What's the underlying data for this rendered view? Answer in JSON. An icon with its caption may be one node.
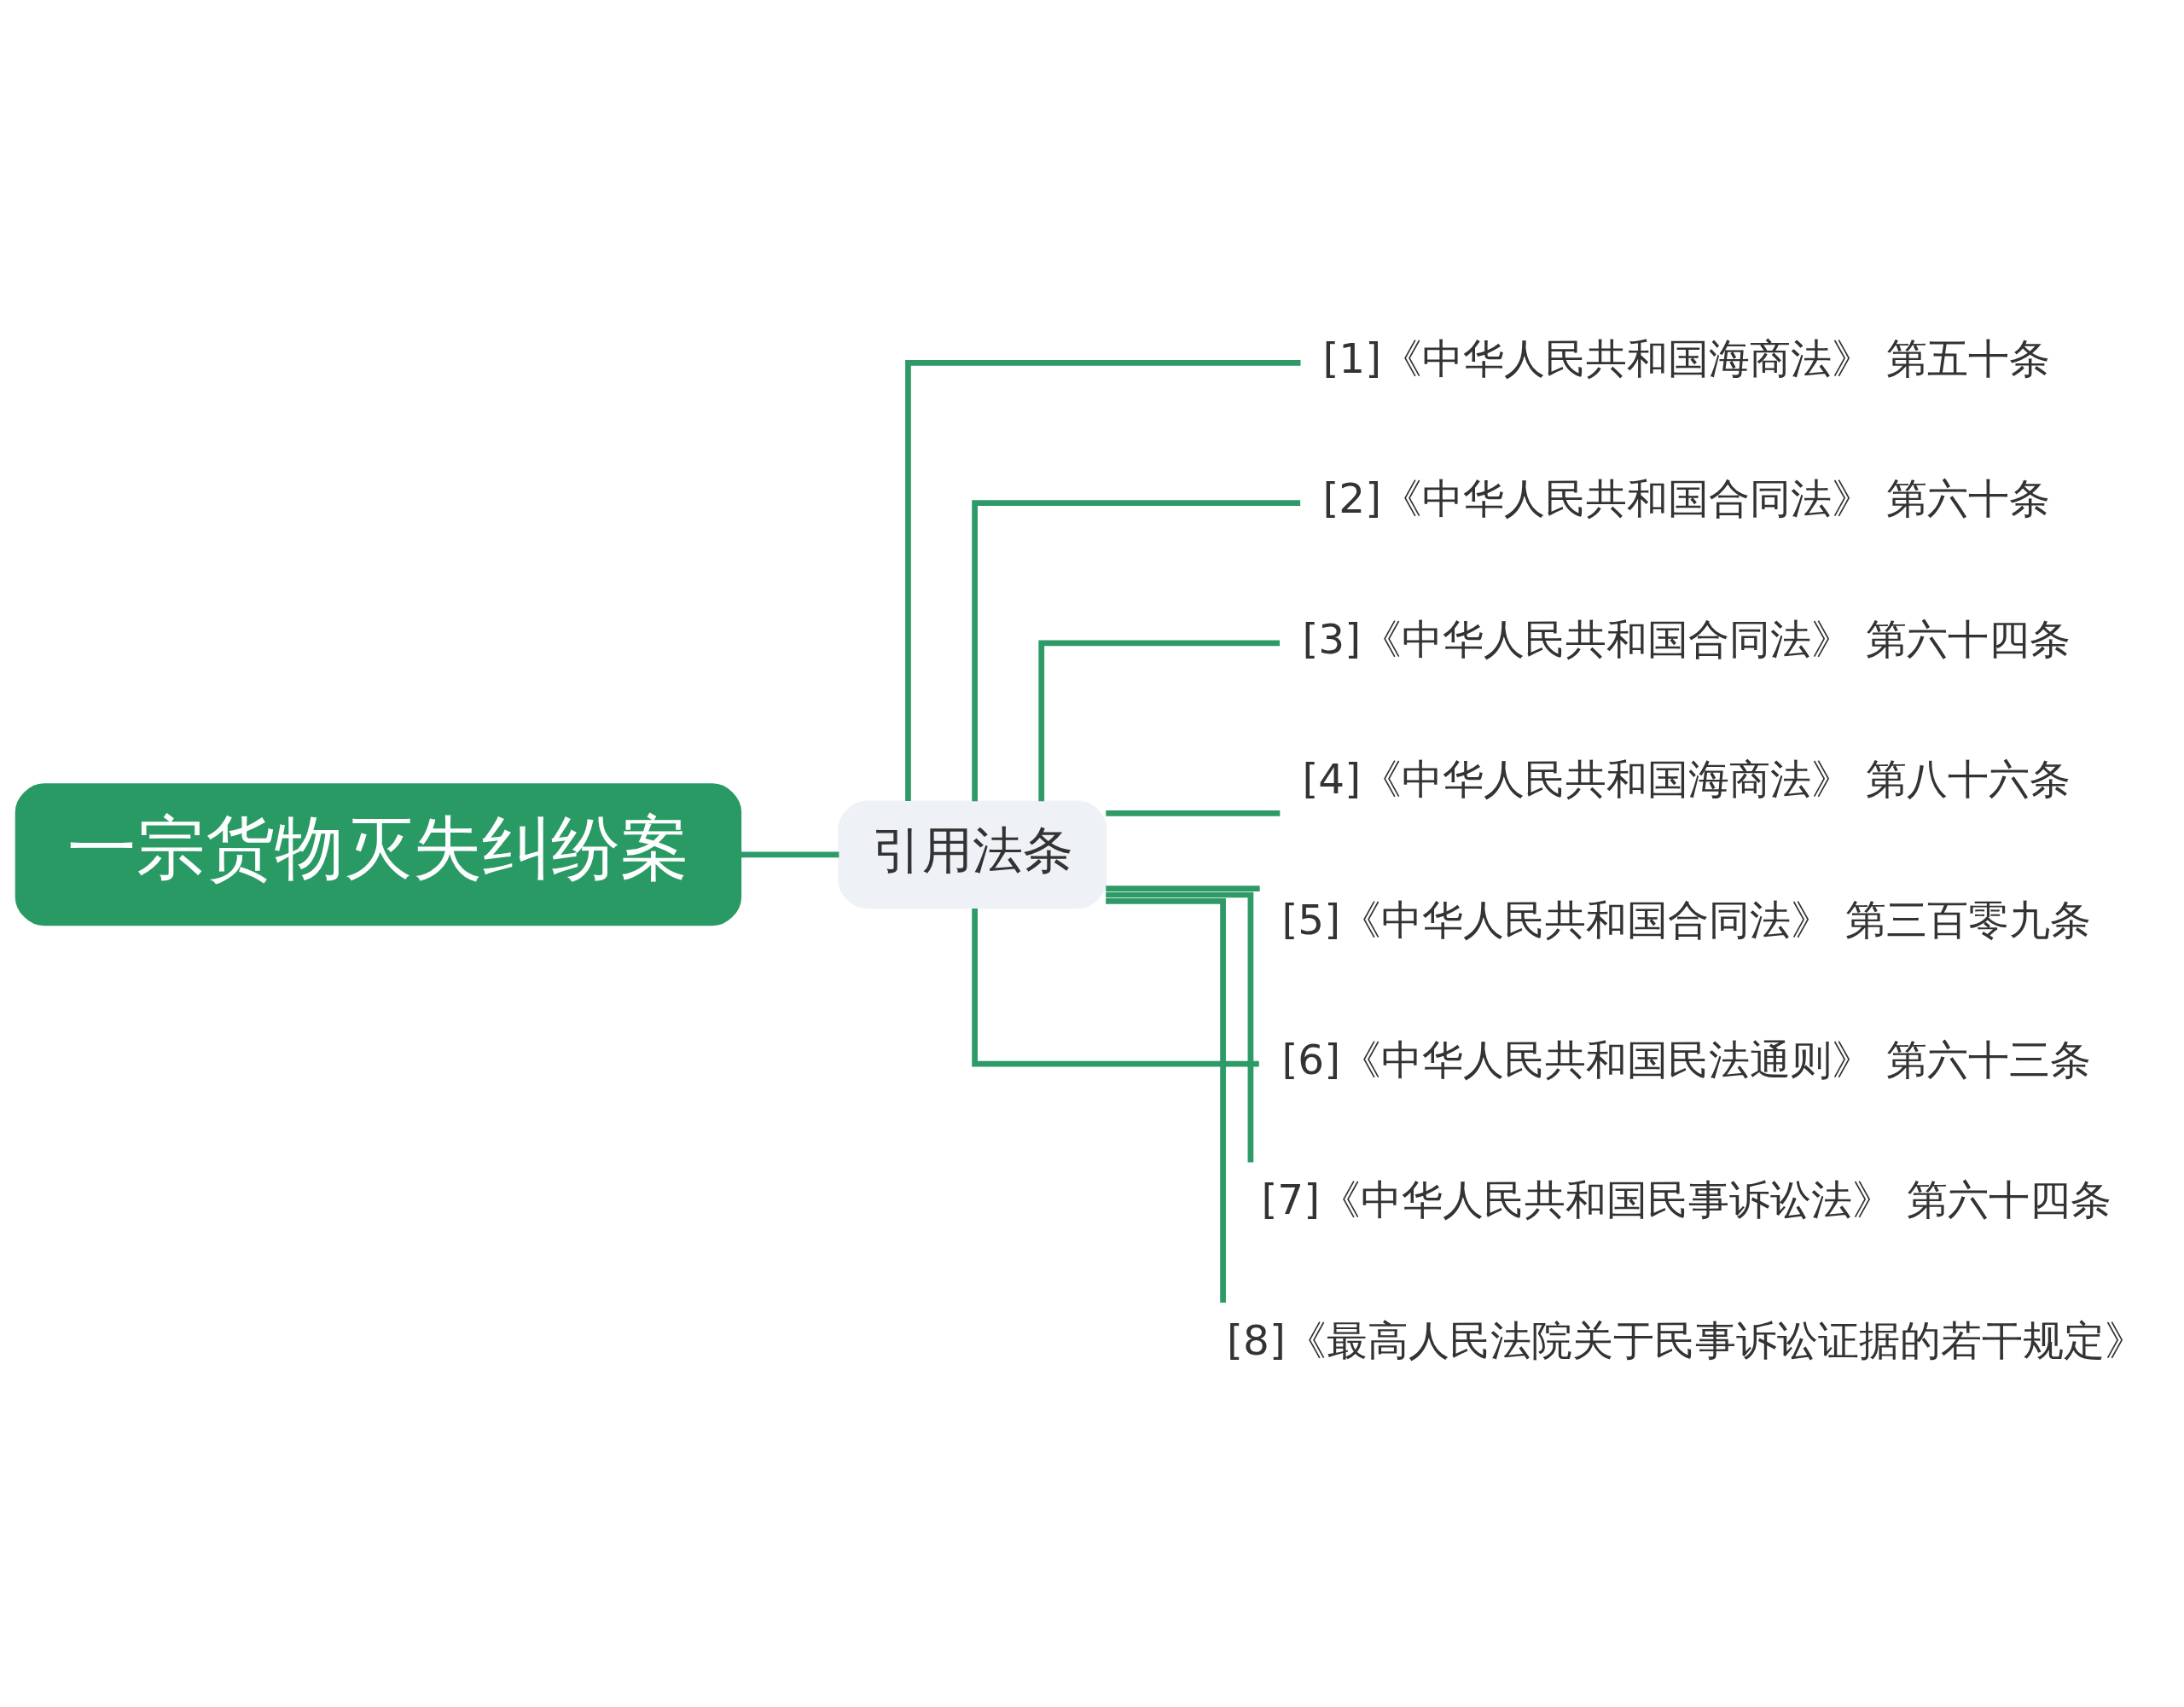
{
  "diagram": {
    "nodes": [
      {
        "text": [
          "一宗货物灭失纠纷案"
        ]
      },
      {
        "text": [
          "引用法条"
        ]
      },
      {
        "text": [
          "[1]《中华人民共和国海商法》 第五十条"
        ]
      },
      {
        "text": [
          "[2]《中华人民共和国合同法》 第六十条"
        ]
      },
      {
        "text": [
          "[3]《中华人民共和国合同法》 第六十四条"
        ]
      },
      {
        "text": [
          "[4]《中华人民共和国海商法》 第八十六条"
        ]
      },
      {
        "text": [
          "[5]《中华人民共和国合同法》 第三百零九条"
        ]
      },
      {
        "text": [
          "[6]《中华人民共和国民法通则》 第六十三条"
        ]
      },
      {
        "text": [
          "[7]《中华人民共和国民事诉讼法》 第六十四条"
        ]
      },
      {
        "text": [
          "[8]《最高人民法院关于民事诉讼证据的若干规定》"
        ]
      }
    ],
    "edges": [
      {
        "from": 0,
        "to": 1,
        "arrow": "none"
      },
      {
        "from": 1,
        "to": 2,
        "arrow": "none"
      },
      {
        "from": 1,
        "to": 3,
        "arrow": "none"
      },
      {
        "from": 1,
        "to": 4,
        "arrow": "none"
      },
      {
        "from": 1,
        "to": 5,
        "arrow": "none"
      },
      {
        "from": 1,
        "to": 6,
        "arrow": "none"
      },
      {
        "from": 1,
        "to": 7,
        "arrow": "none"
      },
      {
        "from": 1,
        "to": 8,
        "arrow": "none"
      },
      {
        "from": 1,
        "to": 9,
        "arrow": "none"
      }
    ]
  }
}
